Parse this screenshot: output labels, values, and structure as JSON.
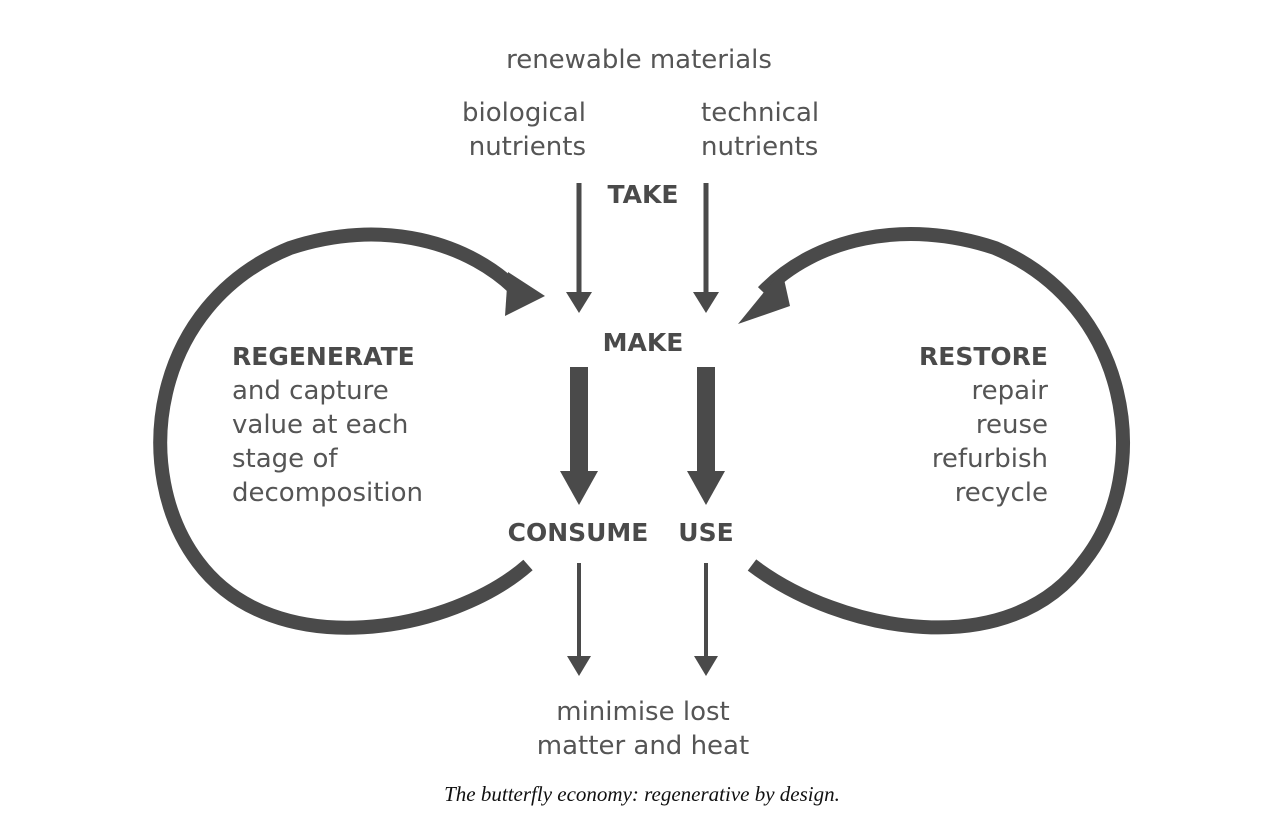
{
  "diagram": {
    "top_label": "renewable materials",
    "left_source": [
      "biological",
      "nutrients"
    ],
    "right_source": [
      "technical",
      "nutrients"
    ],
    "take": "TAKE",
    "make": "MAKE",
    "consume": "CONSUME",
    "use": "USE",
    "left_loop": {
      "title": "REGENERATE",
      "lines": [
        "and capture",
        "value at each",
        "stage of",
        "decomposition"
      ]
    },
    "right_loop": {
      "title": "RESTORE",
      "lines": [
        "repair",
        "reuse",
        "refurbish",
        "recycle"
      ]
    },
    "bottom_label": [
      "minimise lost",
      "matter and heat"
    ],
    "colors": {
      "ink": "#4a4a4a",
      "text": "#555555"
    }
  },
  "caption": "The butterfly economy: regenerative by design."
}
